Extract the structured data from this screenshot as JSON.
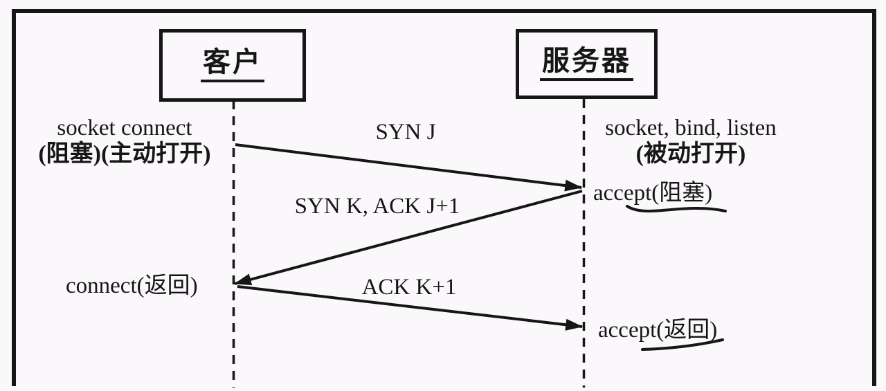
{
  "diagram": {
    "actors": {
      "client": "客户",
      "server": "服务器"
    },
    "messages": {
      "syn": "SYN J",
      "syn_ack": "SYN K, ACK J+1",
      "ack": "ACK K+1"
    },
    "annotations": {
      "client_call": "socket connect",
      "client_call_note": "(阻塞)(主动打开)",
      "server_calls": "socket, bind, listen",
      "server_calls_note": "(被动打开)",
      "server_accept_blocking": "accept(阻塞)",
      "client_connect_return": "connect(返回)",
      "server_accept_return": "accept(返回)"
    },
    "colors": {
      "background": "#fbf8fb",
      "ink": "#161616"
    }
  }
}
